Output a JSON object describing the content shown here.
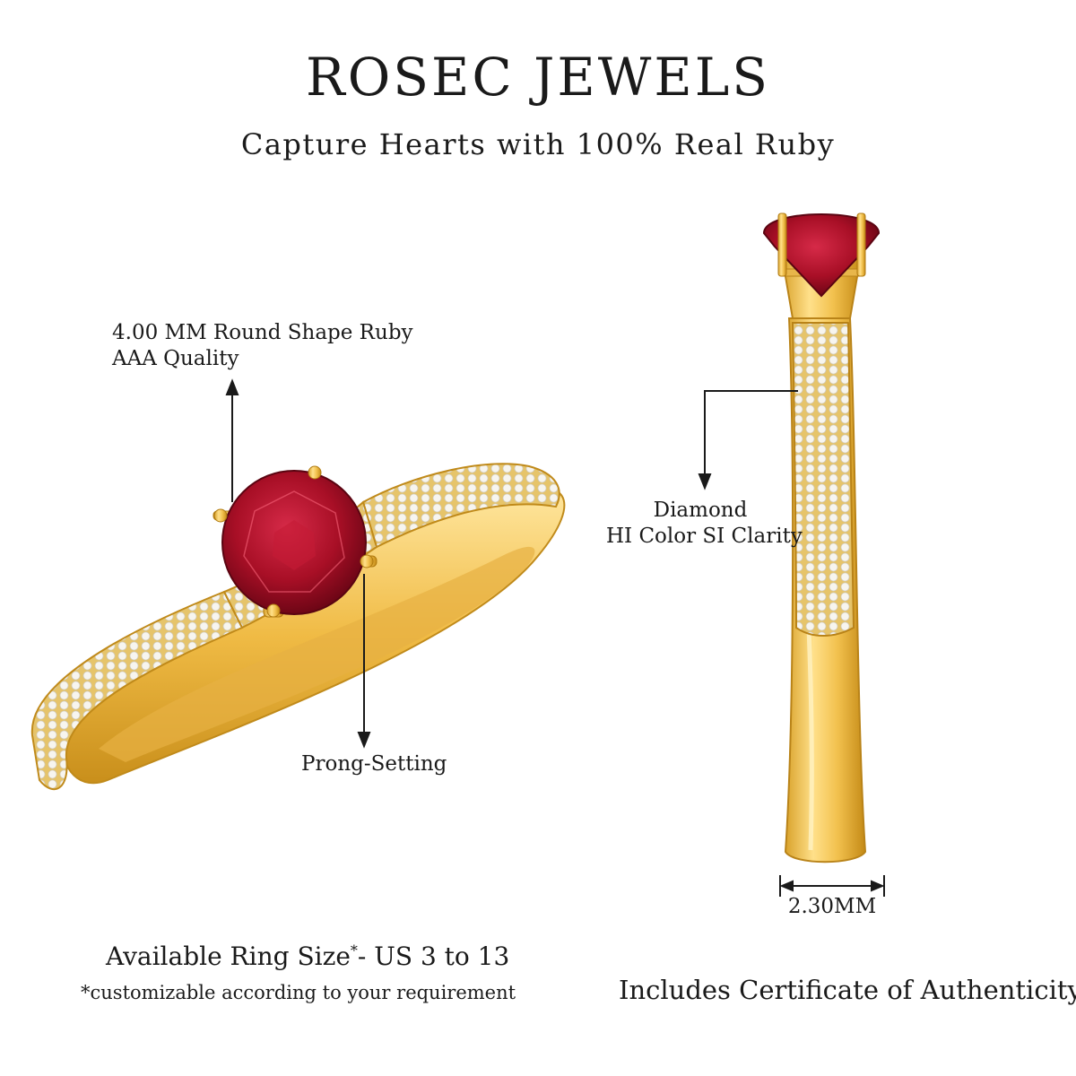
{
  "header": {
    "brand": "ROSEC JEWELS",
    "tagline": "Capture Hearts with 100% Real Ruby"
  },
  "callouts": {
    "ruby_line1": "4.00 MM Round Shape Ruby",
    "ruby_line2": "AAA Quality",
    "prong": "Prong-Setting",
    "diamond_line1": "Diamond",
    "diamond_line2": "HI Color SI Clarity",
    "band_width": "2.30MM"
  },
  "footer": {
    "size_prefix": "Available Ring Size",
    "size_mark": "*",
    "size_suffix": "- US 3 to 13",
    "size_note": "*customizable according to your requirement",
    "certificate": "Includes Certificate of Authenticity"
  },
  "colors": {
    "gold": "#f2c14e",
    "gold_dark": "#c9921c",
    "ruby": "#b0122a",
    "ruby_dark": "#6e0616",
    "pave": "#f4f1ea"
  }
}
